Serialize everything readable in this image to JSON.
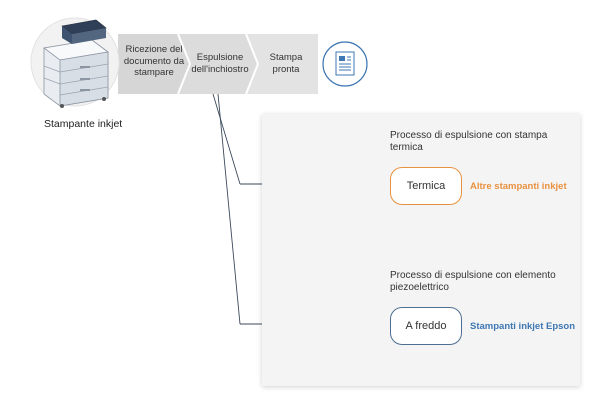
{
  "printer": {
    "caption": "Stampante inkjet",
    "icon": "printer-icon"
  },
  "flow": {
    "steps": [
      {
        "label": "Ricezione del documento da stampare"
      },
      {
        "label": "Espulsione dell'inchiostro"
      },
      {
        "label": "Stampa pronta"
      }
    ],
    "document_icon": "document-icon"
  },
  "panel": {
    "thermal": {
      "title": "Processo di espulsione con stampa termica",
      "pill_label": "Termica",
      "brand": "Altre stampanti inkjet",
      "icon": "thermal-ink-head-icon",
      "color": "#e8913e"
    },
    "piezo": {
      "title": "Processo di espulsione con elemento piezoelettrico",
      "pill_label": "A freddo",
      "brand": "Stampanti inkjet Epson",
      "icon": "piezo-ink-head-icon",
      "color": "#3e77b3"
    }
  },
  "colors": {
    "arrow_band": "#d9d9d9",
    "connector": "#3b4a5c",
    "icon_circle": "#3e77b3"
  }
}
